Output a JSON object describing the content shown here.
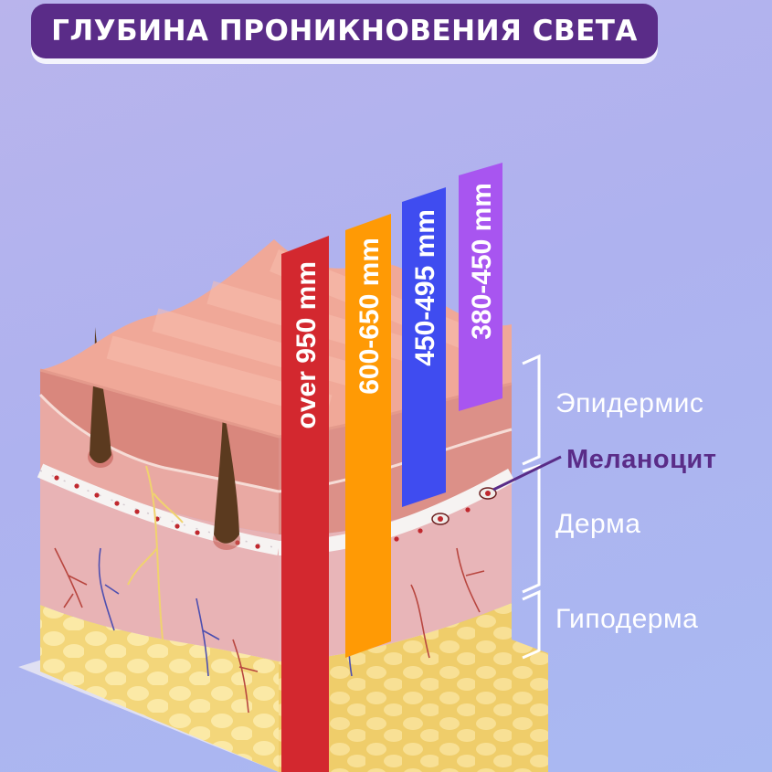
{
  "title": "ГЛУБИНА ПРОНИКНОВЕНИЯ СВЕТА",
  "wavelength_bands": [
    {
      "label": "over 950 mm",
      "color": "#d3282f"
    },
    {
      "label": "600-650 mm",
      "color": "#ff9a05"
    },
    {
      "label": "450-495 mm",
      "color": "#3f4cf0"
    },
    {
      "label": "380-450 mm",
      "color": "#a855f0"
    }
  ],
  "skin_layers": {
    "epidermis": "Эпидермис",
    "melanocyte": "Меланоцит",
    "dermis": "Дерма",
    "hypodermis": "Гиподерма"
  },
  "colors": {
    "banner": "#5a2c88",
    "epidermis": "#f0a898",
    "dermis": "#e7b7b9",
    "hypodermis": "#f4dd87",
    "hair": "#5b3a1f"
  }
}
